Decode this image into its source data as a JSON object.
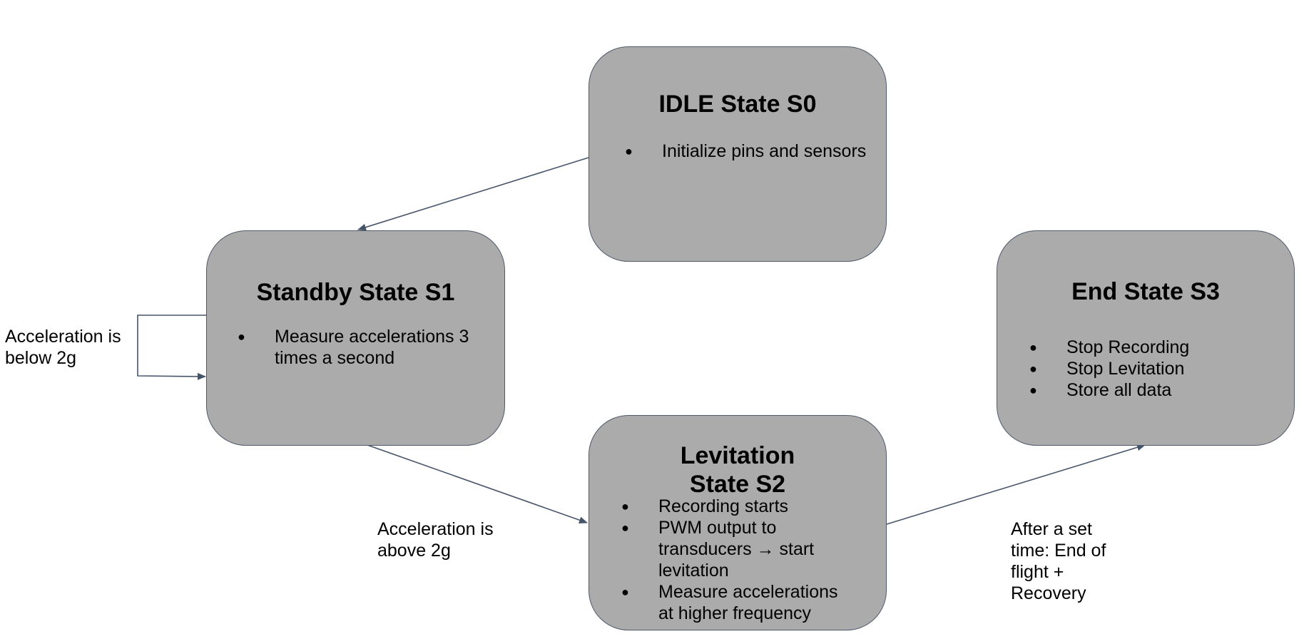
{
  "states": {
    "s0": {
      "title": "IDLE State S0",
      "items": [
        "Initialize pins and sensors"
      ]
    },
    "s1": {
      "title": "Standby State S1",
      "items": [
        "Measure accelerations 3 times a second"
      ]
    },
    "s2": {
      "title": "Levitation State S2",
      "items": [
        "Recording starts",
        "PWM output to transducers → start levitation",
        "Measure accelerations at higher frequency"
      ]
    },
    "s3": {
      "title": "End State S3",
      "items": [
        "Stop Recording",
        "Stop Levitation",
        "Store all data"
      ]
    }
  },
  "transitions": {
    "self_loop_label": "Acceleration is below 2g",
    "s1_to_s2_label": "Acceleration is above 2g",
    "s2_to_s3_label": "After a set time: End of flight + Recovery"
  },
  "colors": {
    "box_fill": "#acabab",
    "box_border": "#505a6b",
    "arrow": "#46546a"
  }
}
